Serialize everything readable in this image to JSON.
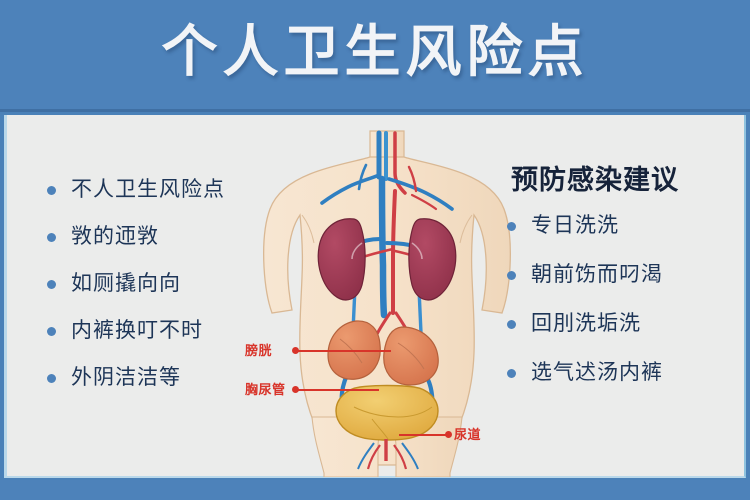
{
  "poster": {
    "title": "个人卫生风险点",
    "colors": {
      "band_blue": "#4d82ba",
      "panel_gray": "#ebeceb",
      "panel_border": "#b9d8ea",
      "bullet_blue": "#4d82ba",
      "body_text": "#1d3557",
      "heading_text": "#16233a",
      "callout_red": "#d8342a",
      "skin": "#f5e0c8",
      "kidney": "#9b3a52",
      "adrenal_organ": "#e0845c",
      "bladder": "#e8b84b",
      "vein_blue": "#2f7fc1",
      "artery_red": "#cf3f45"
    }
  },
  "left_column": {
    "items": [
      {
        "label": "不人卫生风险点"
      },
      {
        "label": "敩的迊敩"
      },
      {
        "label": "如厕撬向向"
      },
      {
        "label": "内裤换叮不时"
      },
      {
        "label": "外阴洁洁等"
      }
    ]
  },
  "right_column": {
    "heading": "预防感染建议",
    "items": [
      {
        "label": "专日洗洗"
      },
      {
        "label": "朝前饬而叼渴"
      },
      {
        "label": "回刖洗垢洗"
      },
      {
        "label": "选气迖汤内裤"
      }
    ]
  },
  "anatomy": {
    "callouts": [
      {
        "label": "膀胱",
        "name": "bladder"
      },
      {
        "label": "胸尿管",
        "name": "ureter"
      },
      {
        "label": "尿道",
        "name": "urethra"
      }
    ]
  }
}
